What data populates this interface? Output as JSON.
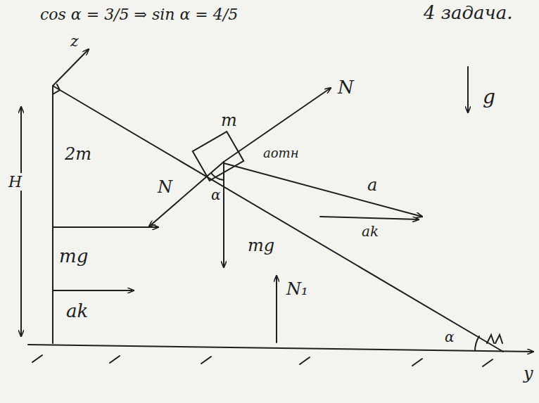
{
  "diagram": {
    "labels": [
      "cos α = 3/5 ⇒ sin α = 4/5",
      "4 задача.",
      "z",
      "N",
      "g",
      "m",
      "2m",
      "H",
      "N",
      "aотн",
      "a",
      "α",
      "ak",
      "mg",
      "mg",
      "N₁",
      "ak",
      "α",
      "y"
    ]
  }
}
